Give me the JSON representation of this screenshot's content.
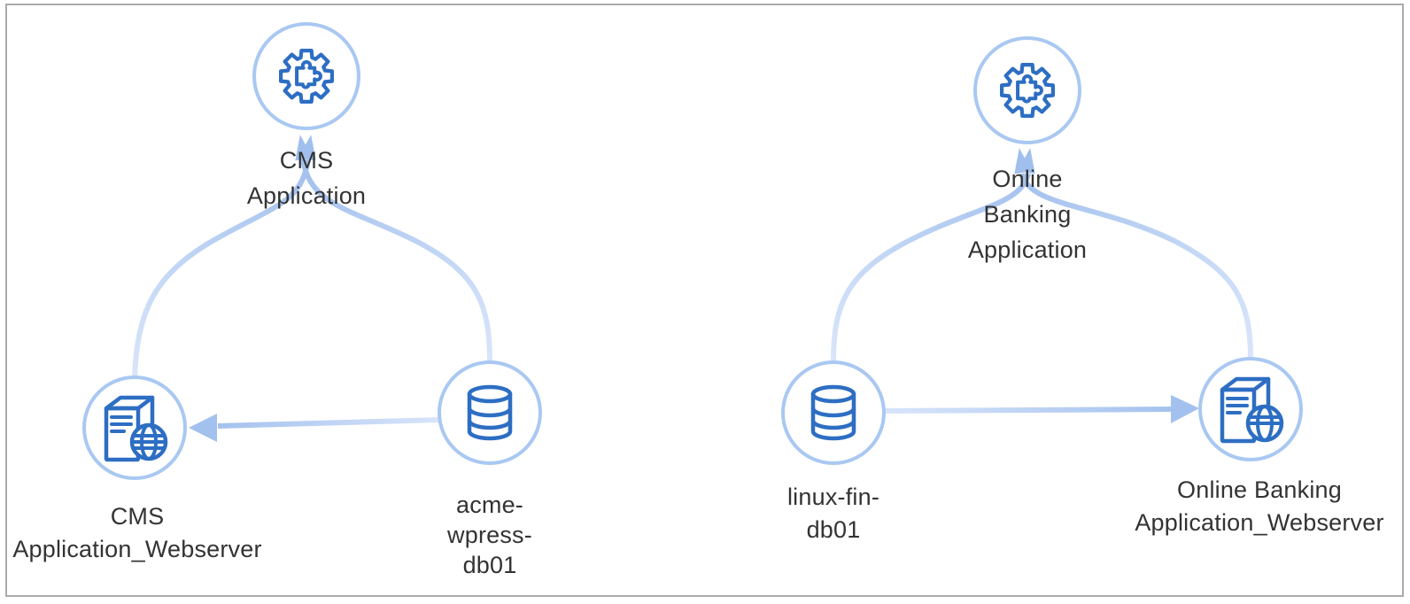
{
  "app_type": "application-topology-diagram",
  "frame": {
    "border_color": "#ababab",
    "background": "#ffffff"
  },
  "colors": {
    "node_circle_border": "#a9c8f2",
    "icon_stroke": "#2d6ec3",
    "edge_start": "#d8e5fa",
    "edge_end": "#a5c2ee",
    "arrowhead": "#a0bfed",
    "label_text": "#333333"
  },
  "clusters": [
    {
      "id": "cms",
      "nodes": [
        {
          "id": "cms-application",
          "kind": "application",
          "icon": "application-gear-puzzle-icon",
          "label_lines": [
            "CMS",
            "Application"
          ]
        },
        {
          "id": "cms-webserver",
          "kind": "web-server",
          "icon": "webserver-icon",
          "label_lines": [
            "CMS",
            "Application_Webserver"
          ]
        },
        {
          "id": "acme-db",
          "kind": "database",
          "icon": "database-icon",
          "label_lines": [
            "acme-",
            "wpress-",
            "db01"
          ]
        }
      ],
      "edges": [
        {
          "from": "cms-webserver",
          "to": "cms-application"
        },
        {
          "from": "acme-db",
          "to": "cms-application"
        },
        {
          "from": "acme-db",
          "to": "cms-webserver"
        }
      ]
    },
    {
      "id": "online-banking",
      "nodes": [
        {
          "id": "ob-application",
          "kind": "application",
          "icon": "application-gear-puzzle-icon",
          "label_lines": [
            "Online",
            "Banking",
            "Application"
          ]
        },
        {
          "id": "ob-webserver",
          "kind": "web-server",
          "icon": "webserver-icon",
          "label_lines": [
            "Online Banking",
            "Application_Webserver"
          ]
        },
        {
          "id": "linux-db",
          "kind": "database",
          "icon": "database-icon",
          "label_lines": [
            "linux-fin-",
            "db01"
          ]
        }
      ],
      "edges": [
        {
          "from": "linux-db",
          "to": "ob-application"
        },
        {
          "from": "ob-webserver",
          "to": "ob-application"
        },
        {
          "from": "linux-db",
          "to": "ob-webserver"
        }
      ]
    }
  ]
}
